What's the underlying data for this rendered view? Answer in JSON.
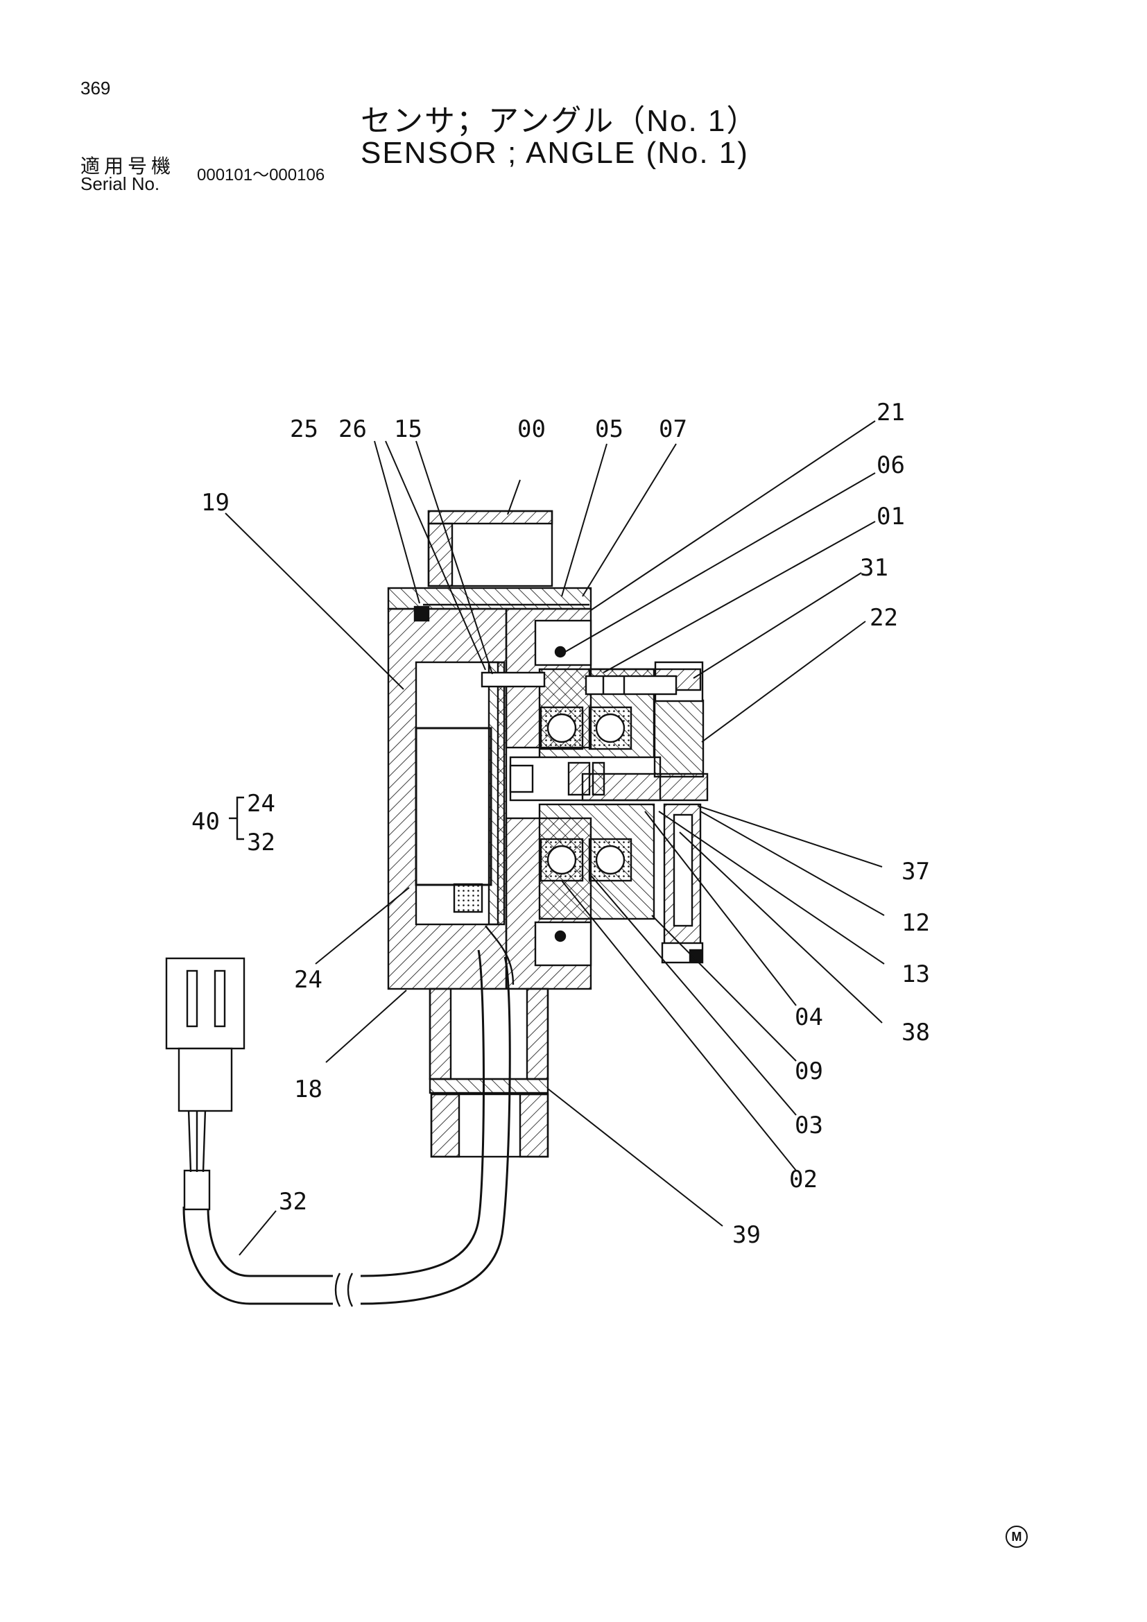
{
  "page_number": "369",
  "title_jp": "センサ；アングル（No. 1）",
  "title_en": "SENSOR ; ANGLE  (No. 1)",
  "serial_label_jp": "適用号機",
  "serial_label_en": "Serial No.",
  "serial_range": "000101～000106",
  "corner_mark": "M",
  "callouts": [
    "25",
    "26",
    "15",
    "00",
    "05",
    "07",
    "21",
    "06",
    "01",
    "31",
    "22",
    "19",
    "37",
    "12",
    "13",
    "38",
    "04",
    "09",
    "03",
    "02",
    "39",
    "24",
    "18",
    "32"
  ],
  "kit": {
    "number": "40",
    "items": [
      "24",
      "32"
    ]
  }
}
